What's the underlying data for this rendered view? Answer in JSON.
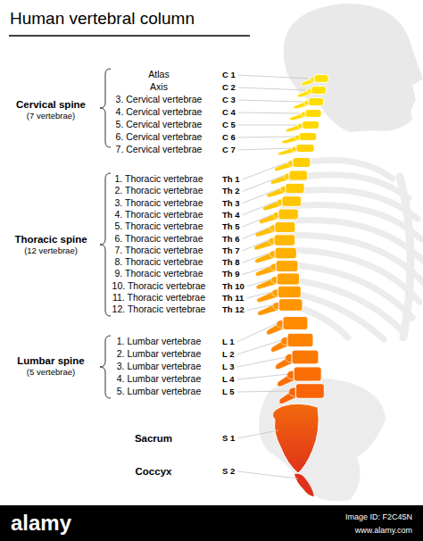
{
  "diagram": {
    "title": "Human vertebral column",
    "labels": [
      "Cervical spine",
      "(7 vertebrae)",
      "Atlas",
      "C 1",
      "Axis",
      "C 2",
      "3. Cervical vertebrae",
      "C 3",
      "4. Cervical vertebrae",
      "C 4",
      "5. Cervical vertebrae",
      "C 5",
      "6. Cervical vertebrae",
      "C 6",
      "7. Cervical vertebrae",
      "C 7",
      "Thoracic spine",
      "(12 vertebrae)",
      "1. Thoracic vertebrae",
      "Th 1",
      "2. Thoracic vertebrae",
      "Th 2",
      "3. Thoracic vertebrae",
      "Th 3",
      "4. Thoracic vertebrae",
      "Th 4",
      "5. Thoracic vertebrae",
      "Th 5",
      "6. Thoracic vertebrae",
      "Th 6",
      "7. Thoracic vertebrae",
      "Th 7",
      "8. Thoracic vertebrae",
      "Th 8",
      "9. Thoracic vertebrae",
      "Th 9",
      "10. Thoracic vertebrae",
      "Th 10",
      "11. Thoracic vertebrae",
      "Th 11",
      "12. Thoracic vertebrae",
      "Th 12",
      "Lumbar spine",
      "(5 vertebrae)",
      "1. Lumbar vertebrae",
      "L 1",
      "2. Lumbar vertebrae",
      "L 2",
      "3. Lumbar vertebrae",
      "L 3",
      "4. Lumbar vertebrae",
      "L 4",
      "5. Lumbar vertebrae",
      "L 5",
      "Sacrum",
      "S 1",
      "Coccyx",
      "S 2",
      "alamy",
      "Image ID: F2C45N",
      "www.alamy.com"
    ]
  }
}
